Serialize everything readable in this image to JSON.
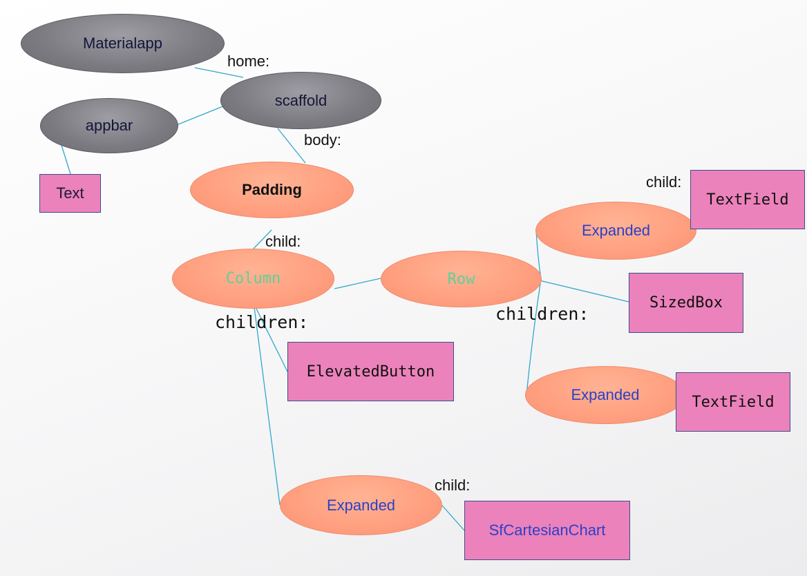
{
  "nodes": {
    "materialapp": "Materialapp",
    "scaffold": "scaffold",
    "appbar": "appbar",
    "text": "Text",
    "padding": "Padding",
    "column": "Column",
    "row": "Row",
    "expanded_top": "Expanded",
    "textfield_top": "TextField",
    "sizedbox": "SizedBox",
    "expanded_right": "Expanded",
    "textfield_right": "TextField",
    "elevatedbutton": "ElevatedButton",
    "expanded_bottom": "Expanded",
    "sfcartesianchart": "SfCartesianChart"
  },
  "edge_labels": {
    "home": "home:",
    "body": "body:",
    "child_padding": "child:",
    "children_column": "children:",
    "children_row": "children:",
    "child_expanded_top": "child:",
    "child_expanded_bottom": "child:"
  },
  "colors": {
    "gray_node": "#7a7a80",
    "orange_node": "#ff9f7f",
    "pink_box": "#ec82bb",
    "edge": "#2fa8c9",
    "green_text": "#5fd09a",
    "blue_text": "#2b40c8"
  }
}
